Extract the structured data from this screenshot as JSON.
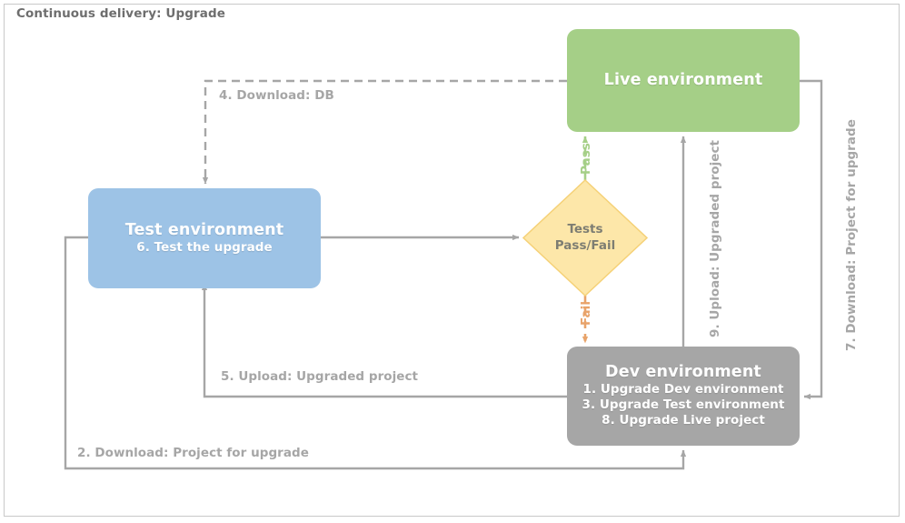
{
  "diagram": {
    "title": "Continuous delivery: Upgrade",
    "type": "flowchart",
    "colors": {
      "live": "#a5cf87",
      "test": "#9dc3e6",
      "dev": "#a6a6a6",
      "decision": "#fde7a9",
      "decision_border": "#f5d177",
      "edge": "#a6a6a6",
      "pass": "#a5cf87",
      "fail": "#e8a36a",
      "frame": "#c9c9c9",
      "title_text": "#6e6e6e"
    }
  },
  "nodes": {
    "live": {
      "name": "Live environment",
      "title": "Live environment",
      "lines": []
    },
    "test": {
      "name": "Test environment",
      "title": "Test environment",
      "lines": [
        "6. Test the upgrade"
      ]
    },
    "dev": {
      "name": "Dev environment",
      "title": "Dev environment",
      "lines": [
        "1. Upgrade Dev environment",
        "3. Upgrade Test environment",
        "8. Upgrade Live project"
      ]
    },
    "decision": {
      "name": "Tests Pass/Fail",
      "line1": "Tests",
      "line2": "Pass/Fail"
    }
  },
  "edges": [
    {
      "id": "download-db",
      "label": "4. Download: DB",
      "style": "dashed",
      "from": "Live environment",
      "to": "Test environment"
    },
    {
      "id": "upload-upgraded",
      "label": "5. Upload: Upgraded project",
      "style": "solid",
      "from": "Dev environment",
      "to": "Test environment"
    },
    {
      "id": "download-project",
      "label": "2. Download: Project for upgrade",
      "style": "solid",
      "from": "Test environment",
      "to": "Dev environment"
    },
    {
      "id": "pass",
      "label": "Pass",
      "style": "dashed",
      "from": "Tests Pass/Fail",
      "to": "Live environment"
    },
    {
      "id": "fail",
      "label": "Fail",
      "style": "dashed",
      "from": "Tests Pass/Fail",
      "to": "Dev environment"
    },
    {
      "id": "upload-upgraded-9",
      "label": "9. Upload: Upgraded project",
      "style": "solid",
      "from": "Dev environment",
      "to": "Live environment"
    },
    {
      "id": "download-upgrade-7",
      "label": "7. Download: Project for upgrade",
      "style": "solid",
      "from": "Live environment",
      "to": "Dev environment"
    },
    {
      "id": "test-to-decision",
      "label": "",
      "style": "solid",
      "from": "Test environment",
      "to": "Tests Pass/Fail"
    }
  ]
}
